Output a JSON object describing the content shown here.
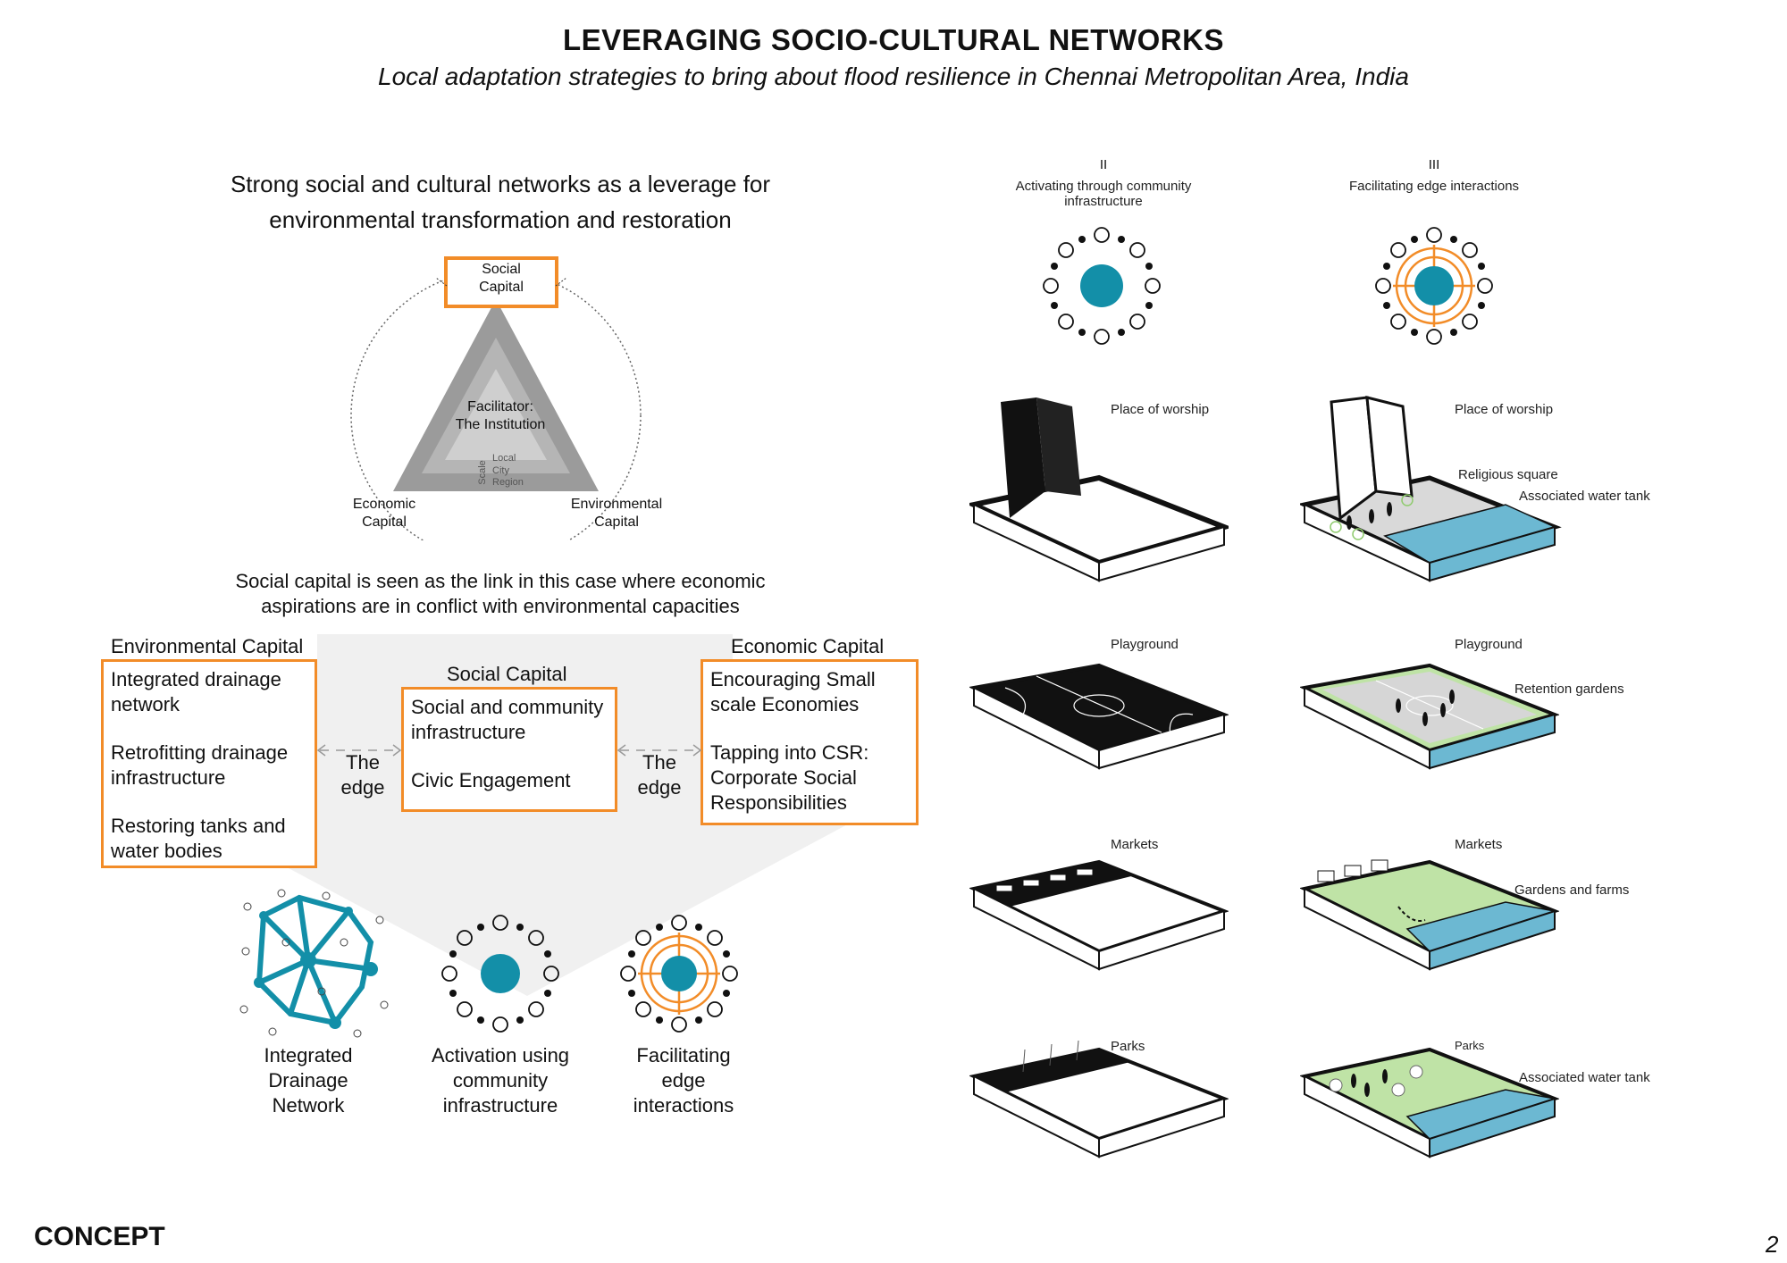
{
  "header": {
    "title": "LEVERAGING SOCIO-CULTURAL NETWORKS",
    "subtitle": "Local adaptation strategies to bring about flood resilience in Chennai Metropolitan Area, India"
  },
  "left": {
    "intro_line1": "Strong social and cultural networks as a leverage for",
    "intro_line2": "environmental transformation and restoration",
    "triangle": {
      "top": "Social\nCapital",
      "center": "Facilitator:\nThe Institution",
      "left": "Economic\nCapital",
      "right": "Environmental\nCapital",
      "scale_label": "Scale",
      "scales": [
        "Local",
        "City",
        "Region"
      ]
    },
    "link_line1": "Social capital is seen as the link in this case where economic",
    "link_line2": "aspirations are in conflict with environmental capacities",
    "env": {
      "heading": "Environmental Capital",
      "items": [
        "Integrated drainage network",
        "Retrofitting drainage infrastructure",
        "Restoring tanks and water bodies"
      ]
    },
    "social": {
      "heading": "Social Capital",
      "items": [
        "Social and community infrastructure",
        "Civic Engagement"
      ]
    },
    "econ": {
      "heading": "Economic Capital",
      "items": [
        "Encouraging Small scale Economies",
        "Tapping into CSR: Corporate Social Responsibilities"
      ]
    },
    "edge_label": "The\nedge",
    "bottom_icons": [
      {
        "label": "Integrated\nDrainage\nNetwork"
      },
      {
        "label": "Activation using\ncommunity\ninfrastructure"
      },
      {
        "label": "Facilitating\nedge\ninteractions"
      }
    ]
  },
  "right": {
    "col2": {
      "numeral": "II",
      "title": "Activating through community\ninfrastructure"
    },
    "col3": {
      "numeral": "III",
      "title": "Facilitating edge interactions"
    },
    "rows": [
      {
        "left": "Place of worship",
        "right": "Place of worship",
        "extra1": "Religious square",
        "extra2": "Associated water tank"
      },
      {
        "left": "Playground",
        "right": "Playground",
        "extra1": "Retention gardens"
      },
      {
        "left": "Markets",
        "right": "Markets",
        "extra1": "Gardens and farms"
      },
      {
        "left": "Parks",
        "right": "Parks",
        "extra1": "Associated water tank"
      }
    ]
  },
  "footer": {
    "concept": "CONCEPT",
    "page": "2"
  },
  "colors": {
    "accent": "#F28C28",
    "teal": "#138FA8",
    "water": "#6CB8D2",
    "green": "#BFE3A6",
    "gray": "#9B9B9B"
  }
}
